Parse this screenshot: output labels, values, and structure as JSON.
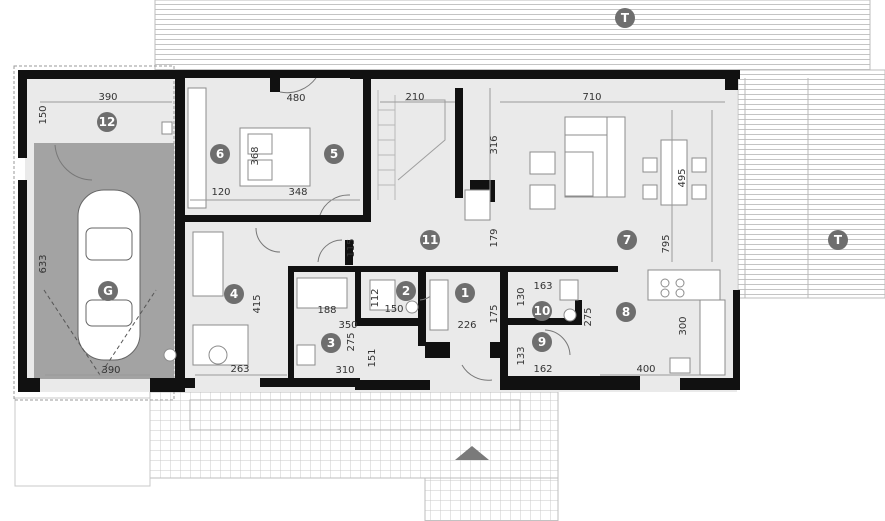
{
  "plan": {
    "colors": {
      "wall": "#111111",
      "floor": "#eaeaea",
      "garage": "#a3a3a3",
      "marker": "#6e6e6e"
    },
    "rooms": [
      {
        "id": "T",
        "label": "T"
      },
      {
        "id": "T2",
        "label": "T"
      },
      {
        "id": "12",
        "label": "12"
      },
      {
        "id": "6",
        "label": "6"
      },
      {
        "id": "5",
        "label": "5"
      },
      {
        "id": "G",
        "label": "G"
      },
      {
        "id": "4",
        "label": "4"
      },
      {
        "id": "11",
        "label": "11"
      },
      {
        "id": "7",
        "label": "7"
      },
      {
        "id": "2",
        "label": "2"
      },
      {
        "id": "1",
        "label": "1"
      },
      {
        "id": "10",
        "label": "10"
      },
      {
        "id": "3",
        "label": "3"
      },
      {
        "id": "8",
        "label": "8"
      },
      {
        "id": "9",
        "label": "9"
      }
    ],
    "dims": {
      "d390a": "390",
      "d150": "150",
      "d480": "480",
      "d210": "210",
      "d710": "710",
      "d316": "316",
      "d368": "368",
      "d120": "120",
      "d348": "348",
      "d495": "495",
      "d115": "115",
      "d179": "179",
      "d633": "633",
      "d795": "795",
      "d415": "415",
      "d188": "188",
      "d112": "112",
      "d150b": "150",
      "d226": "226",
      "d175": "175",
      "d163": "163",
      "d130": "130",
      "d275a": "275",
      "d300": "300",
      "d350": "350",
      "d275b": "275",
      "d390b": "390",
      "d263": "263",
      "d310": "310",
      "d151": "151",
      "d133": "133",
      "d162": "162",
      "d400": "400"
    }
  }
}
